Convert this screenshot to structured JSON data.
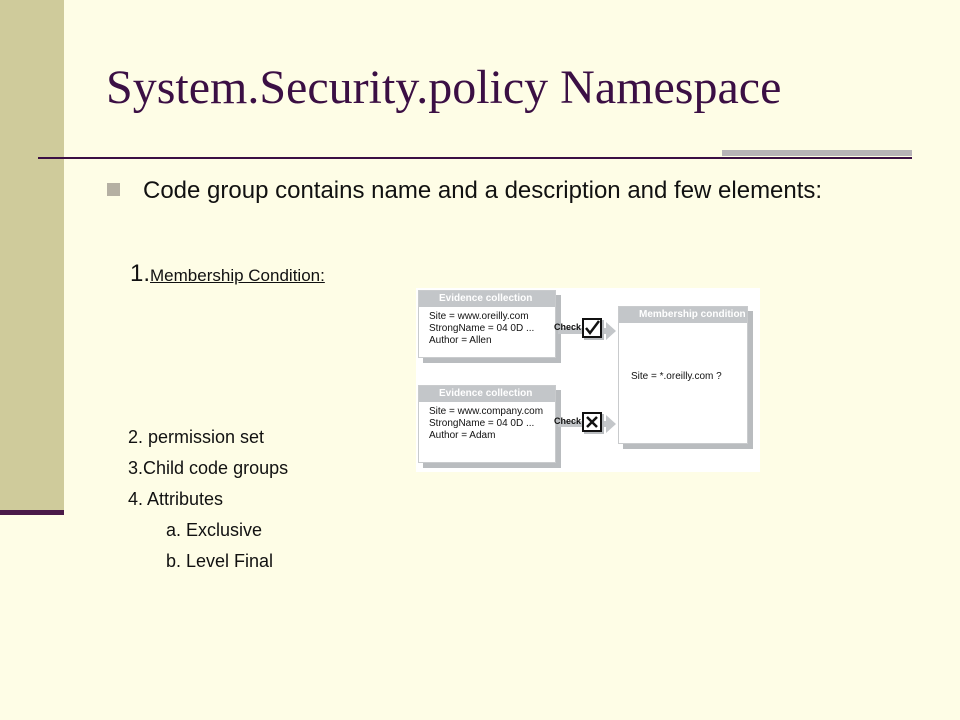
{
  "slide": {
    "title": "System.Security.policy Namespace",
    "bullet": "Code group contains name and a description and few elements:",
    "item1": {
      "number": "1.",
      "label": "Membership Condition:"
    },
    "items": [
      "2. permission set",
      "3.Child code groups",
      "4. Attributes",
      "a. Exclusive",
      "b. Level Final"
    ]
  },
  "figure": {
    "evidence_boxes": [
      {
        "header": "Evidence collection",
        "lines": [
          "Site = www.oreilly.com",
          "StrongName = 04 0D ...",
          "Author = Allen"
        ],
        "check_label": "Check",
        "result": "check"
      },
      {
        "header": "Evidence collection",
        "lines": [
          "Site = www.company.com",
          "StrongName = 04 0D ...",
          "Author = Adam"
        ],
        "check_label": "Check",
        "result": "cross"
      }
    ],
    "membership": {
      "header": "Membership condition",
      "condition": "Site = *.oreilly.com ?"
    }
  },
  "colors": {
    "background": "#fefde6",
    "sidebar": "#cfcb9b",
    "title": "#3b0f44",
    "accent_rule": "#b7b3b7"
  }
}
